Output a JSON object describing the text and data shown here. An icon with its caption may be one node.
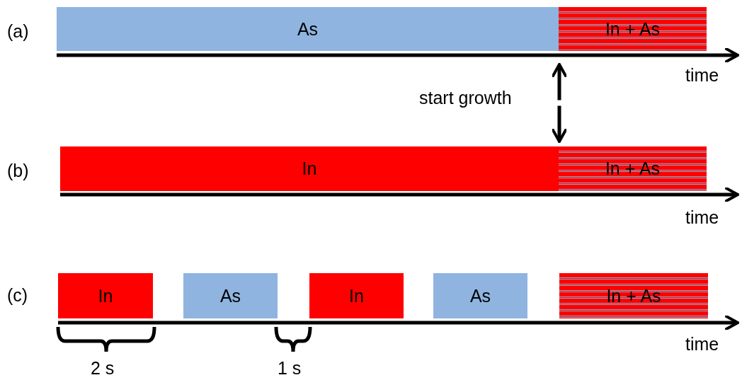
{
  "diagram": {
    "nodes": [
      {
        "text": [
          "As"
        ]
      },
      {
        "text": [
          "In + As"
        ]
      },
      {
        "text": [
          "In"
        ]
      },
      {
        "text": [
          "In + As"
        ]
      },
      {
        "text": [
          "In"
        ]
      },
      {
        "text": [
          "As"
        ]
      },
      {
        "text": [
          "In"
        ]
      },
      {
        "text": [
          "As"
        ]
      },
      {
        "text": [
          "In + As"
        ]
      }
    ],
    "edges": [
      {
        "from": 1,
        "to": 3,
        "arrow": "both"
      }
    ],
    "labels": [
      "(a)",
      "time",
      "start growth",
      "(b)",
      "time",
      "(c)",
      "time",
      "2 s",
      "1 s"
    ]
  }
}
